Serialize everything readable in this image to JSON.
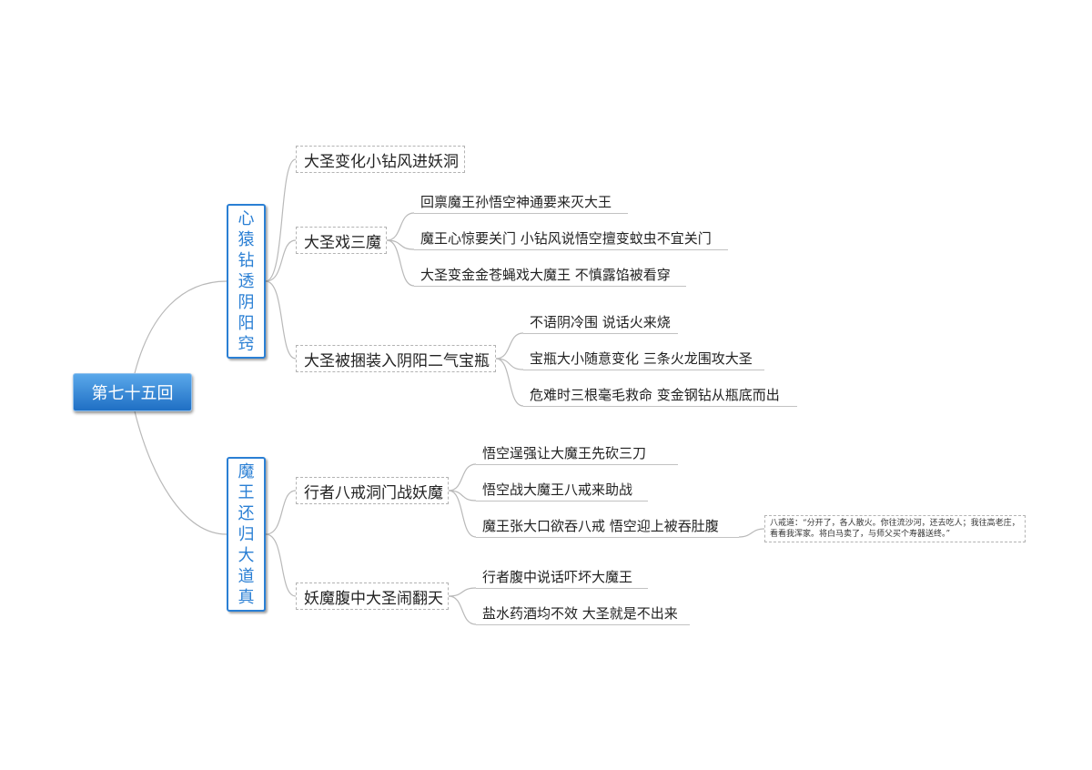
{
  "root": {
    "label": "第七十五回"
  },
  "branches": [
    {
      "label": "心猿钻透阴阳窍",
      "topics": [
        {
          "label": "大圣变化小钻风进妖洞",
          "subtopics": []
        },
        {
          "label": "大圣戏三魔",
          "subtopics": [
            "回禀魔王孙悟空神通要来灭大王",
            "魔王心惊要关门 小钻风说悟空擅变蚊虫不宜关门",
            "大圣变金金苍蝇戏大魔王 不慎露馅被看穿"
          ]
        },
        {
          "label": "大圣被捆装入阴阳二气宝瓶",
          "subtopics": [
            "不语阴冷围 说话火来烧",
            "宝瓶大小随意变化 三条火龙围攻大圣",
            "危难时三根毫毛救命 变金钢钻从瓶底而出"
          ]
        }
      ]
    },
    {
      "label": "魔王还归大道真",
      "topics": [
        {
          "label": "行者八戒洞门战妖魔",
          "subtopics": [
            "悟空逞强让大魔王先砍三刀",
            "悟空战大魔王八戒来助战",
            "魔王张大口欲吞八戒 悟空迎上被吞肚腹"
          ]
        },
        {
          "label": "妖魔腹中大圣闹翻天",
          "subtopics": [
            "行者腹中说话吓坏大魔王",
            "盐水药酒均不效 大圣就是不出来"
          ]
        }
      ]
    }
  ],
  "note": {
    "text": "八戒道：“分开了，各人散火。你往流沙河，还去吃人；我往高老庄，看看我浑家。将白马卖了，与师父买个寿器送终。”"
  },
  "colors": {
    "root_fill": "#1f6fc4",
    "branch_accent": "#2a7fd4",
    "connector": "#b9b9b9",
    "topic_border": "#b3b3b3"
  }
}
